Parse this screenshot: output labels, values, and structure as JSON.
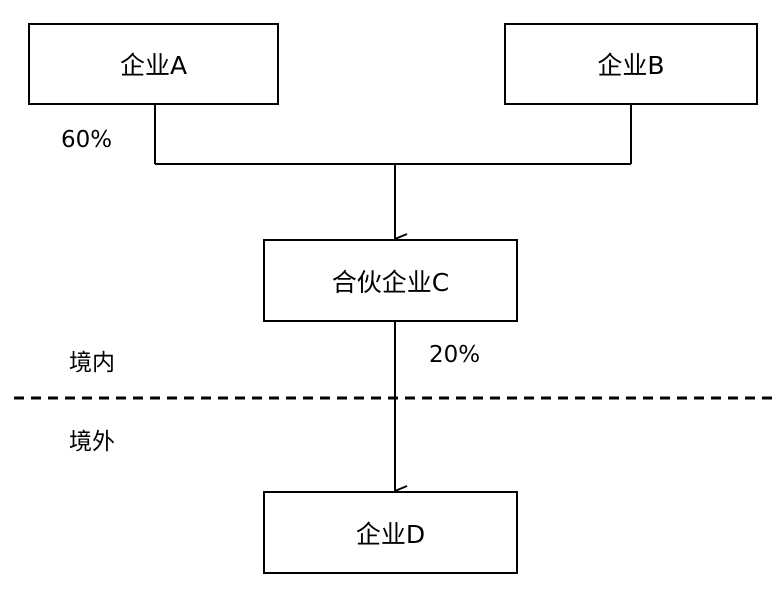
{
  "diagram": {
    "nodes": {
      "a": "企业A",
      "b": "企业B",
      "c": "合伙企业C",
      "d": "企业D"
    },
    "edge_labels": {
      "a_to_c": "60%",
      "c_to_d": "20%"
    },
    "region_labels": {
      "domestic": "境内",
      "overseas": "境外"
    }
  }
}
